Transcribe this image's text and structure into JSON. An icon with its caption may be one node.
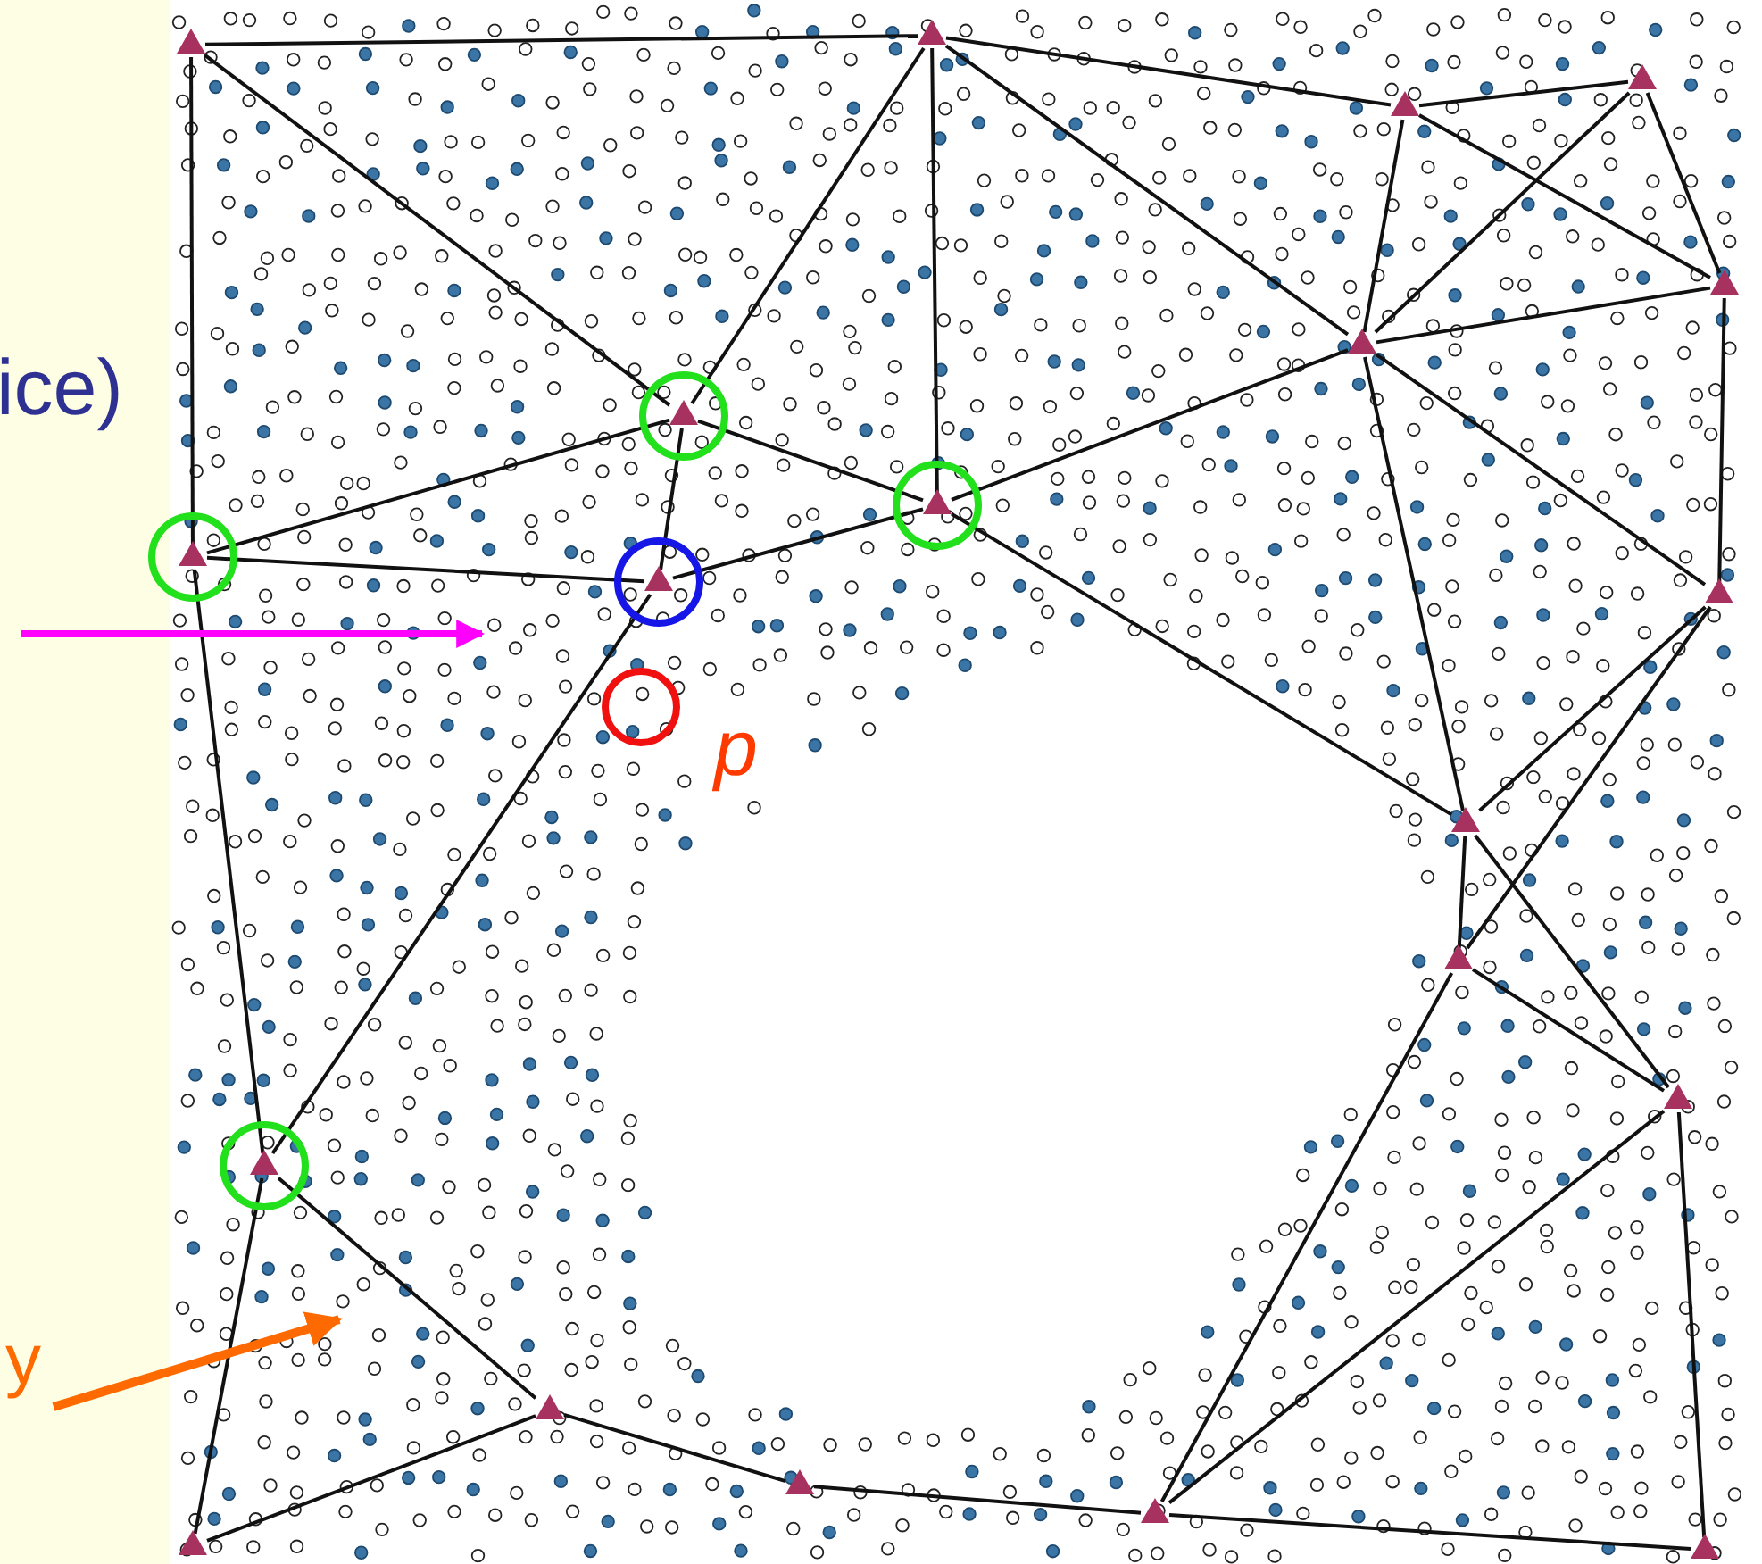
{
  "diagram": {
    "nodes": [
      {
        "text": [],
        "shape": "triangle"
      },
      {
        "text": [],
        "shape": "triangle"
      },
      {
        "text": [],
        "shape": "triangle"
      },
      {
        "text": [],
        "shape": "triangle"
      },
      {
        "text": [],
        "shape": "triangle"
      },
      {
        "text": [],
        "shape": "triangle"
      },
      {
        "text": [],
        "shape": "triangle"
      },
      {
        "text": [],
        "shape": "triangle"
      },
      {
        "text": [],
        "shape": "triangle"
      },
      {
        "text": [],
        "shape": "triangle"
      },
      {
        "text": [],
        "shape": "triangle"
      },
      {
        "text": [],
        "shape": "circle",
        "beside": [
          "p"
        ]
      },
      {
        "text": [],
        "shape": "triangle"
      },
      {
        "text": [],
        "shape": "triangle"
      },
      {
        "text": [],
        "shape": "triangle"
      },
      {
        "text": [],
        "shape": "triangle"
      },
      {
        "text": [],
        "shape": "triangle"
      },
      {
        "text": [],
        "shape": "triangle"
      },
      {
        "text": [],
        "shape": "triangle"
      },
      {
        "text": [],
        "shape": "triangle"
      },
      {
        "text": [],
        "shape": "triangle"
      }
    ],
    "edges": [
      {
        "from": 0,
        "to": 1,
        "arrow": "none"
      },
      {
        "from": 1,
        "to": 2,
        "arrow": "none"
      },
      {
        "from": 2,
        "to": 3,
        "arrow": "none"
      },
      {
        "from": 0,
        "to": 8,
        "arrow": "none"
      },
      {
        "from": 0,
        "to": 6,
        "arrow": "none"
      },
      {
        "from": 1,
        "to": 6,
        "arrow": "none"
      },
      {
        "from": 1,
        "to": 7,
        "arrow": "none"
      },
      {
        "from": 1,
        "to": 5,
        "arrow": "none"
      },
      {
        "from": 2,
        "to": 5,
        "arrow": "none"
      },
      {
        "from": 2,
        "to": 4,
        "arrow": "none"
      },
      {
        "from": 3,
        "to": 5,
        "arrow": "none"
      },
      {
        "from": 3,
        "to": 4,
        "arrow": "none"
      },
      {
        "from": 5,
        "to": 4,
        "arrow": "none"
      },
      {
        "from": 5,
        "to": 7,
        "arrow": "none"
      },
      {
        "from": 5,
        "to": 10,
        "arrow": "none"
      },
      {
        "from": 5,
        "to": 12,
        "arrow": "none"
      },
      {
        "from": 4,
        "to": 10,
        "arrow": "none"
      },
      {
        "from": 6,
        "to": 8,
        "arrow": "none"
      },
      {
        "from": 6,
        "to": 7,
        "arrow": "none"
      },
      {
        "from": 6,
        "to": 9,
        "arrow": "none"
      },
      {
        "from": 8,
        "to": 9,
        "arrow": "none"
      },
      {
        "from": 9,
        "to": 7,
        "arrow": "none"
      },
      {
        "from": 8,
        "to": 15,
        "arrow": "none"
      },
      {
        "from": 9,
        "to": 15,
        "arrow": "none"
      },
      {
        "from": 7,
        "to": 12,
        "arrow": "none"
      },
      {
        "from": 10,
        "to": 12,
        "arrow": "none"
      },
      {
        "from": 10,
        "to": 13,
        "arrow": "none"
      },
      {
        "from": 12,
        "to": 13,
        "arrow": "none"
      },
      {
        "from": 12,
        "to": 14,
        "arrow": "none"
      },
      {
        "from": 13,
        "to": 14,
        "arrow": "none"
      },
      {
        "from": 13,
        "to": 18,
        "arrow": "none"
      },
      {
        "from": 14,
        "to": 18,
        "arrow": "none"
      },
      {
        "from": 14,
        "to": 20,
        "arrow": "none"
      },
      {
        "from": 15,
        "to": 19,
        "arrow": "none"
      },
      {
        "from": 15,
        "to": 16,
        "arrow": "none"
      },
      {
        "from": 16,
        "to": 19,
        "arrow": "none"
      },
      {
        "from": 16,
        "to": 17,
        "arrow": "none"
      },
      {
        "from": 17,
        "to": 18,
        "arrow": "none"
      },
      {
        "from": 18,
        "to": 20,
        "arrow": "none"
      }
    ],
    "labels": [
      "ice)",
      "y"
    ]
  }
}
